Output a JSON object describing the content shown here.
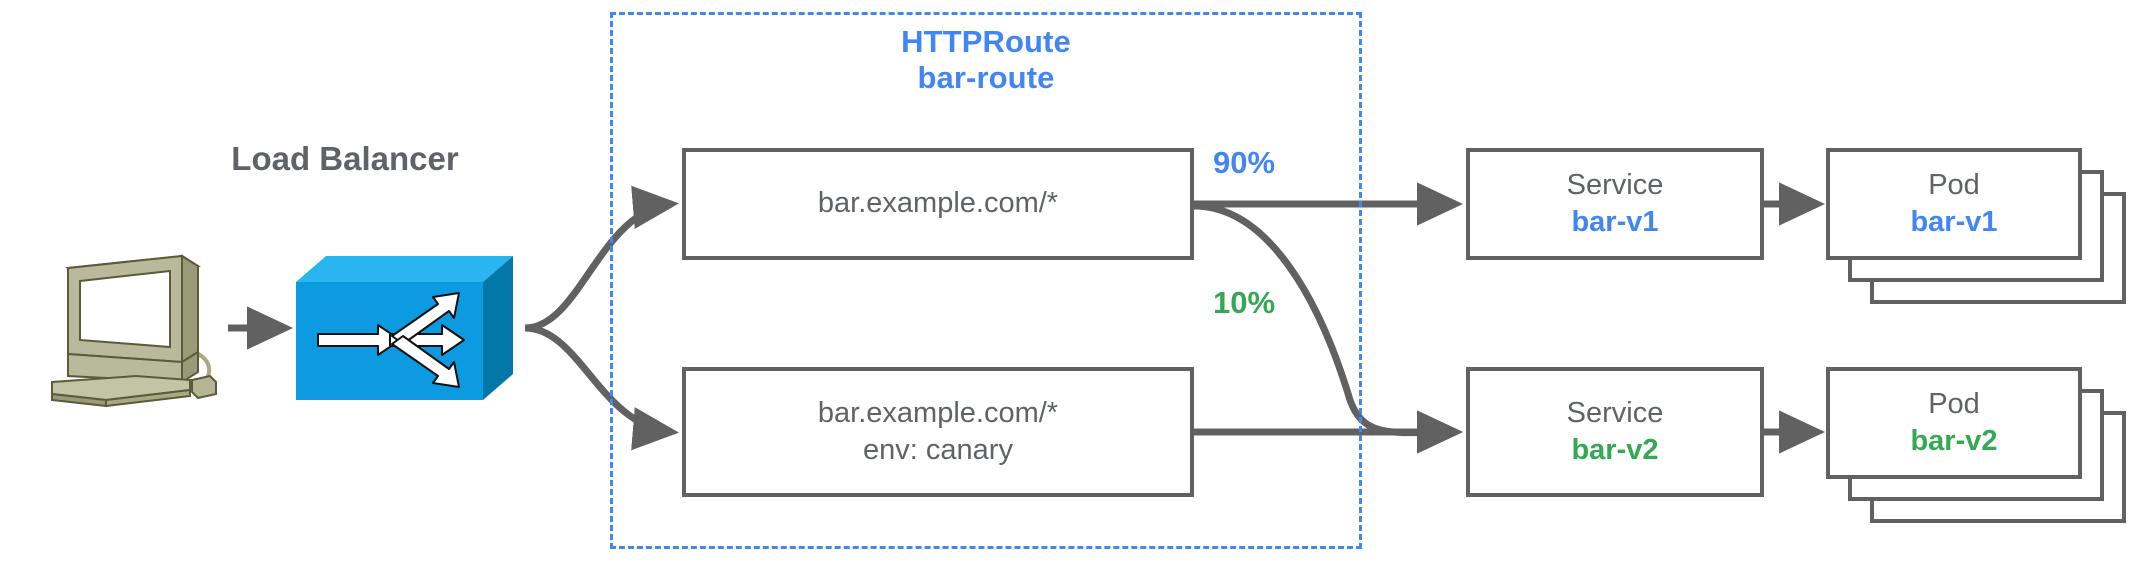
{
  "diagram": {
    "title": "HTTPRoute traffic splitting (canary) diagram",
    "colors": {
      "accent_blue": "#4285f4",
      "accent_green": "#34a853",
      "node_stroke": "#616161",
      "text_gray": "#5f6368",
      "lb_blue": "#0c9ae0",
      "background": "#ffffff"
    }
  },
  "client": {
    "icon": "computer-icon"
  },
  "load_balancer": {
    "label": "Load Balancer",
    "icon": "load-balancer-icon"
  },
  "route_group": {
    "kind": "HTTPRoute",
    "name": "bar-route",
    "border_style": "dashed",
    "border_color": "#4285f4"
  },
  "rules": [
    {
      "id": "rule-top",
      "line1": "bar.example.com/*",
      "line2": ""
    },
    {
      "id": "rule-bottom",
      "line1": "bar.example.com/*",
      "line2": "env: canary"
    }
  ],
  "weights": [
    {
      "id": "weight-90",
      "label": "90%",
      "value": 90,
      "color": "#4285f4",
      "target": "bar-v1"
    },
    {
      "id": "weight-10",
      "label": "10%",
      "value": 10,
      "color": "#34a853",
      "target": "bar-v2"
    }
  ],
  "services": [
    {
      "id": "service-bar-v1",
      "kind": "Service",
      "name": "bar-v1",
      "color": "#4285f4"
    },
    {
      "id": "service-bar-v2",
      "kind": "Service",
      "name": "bar-v2",
      "color": "#34a853"
    }
  ],
  "pods": [
    {
      "id": "pod-bar-v1",
      "kind": "Pod",
      "name": "bar-v1",
      "color": "#4285f4",
      "replicas": 3
    },
    {
      "id": "pod-bar-v2",
      "kind": "Pod",
      "name": "bar-v2",
      "color": "#34a853",
      "replicas": 3
    }
  ]
}
